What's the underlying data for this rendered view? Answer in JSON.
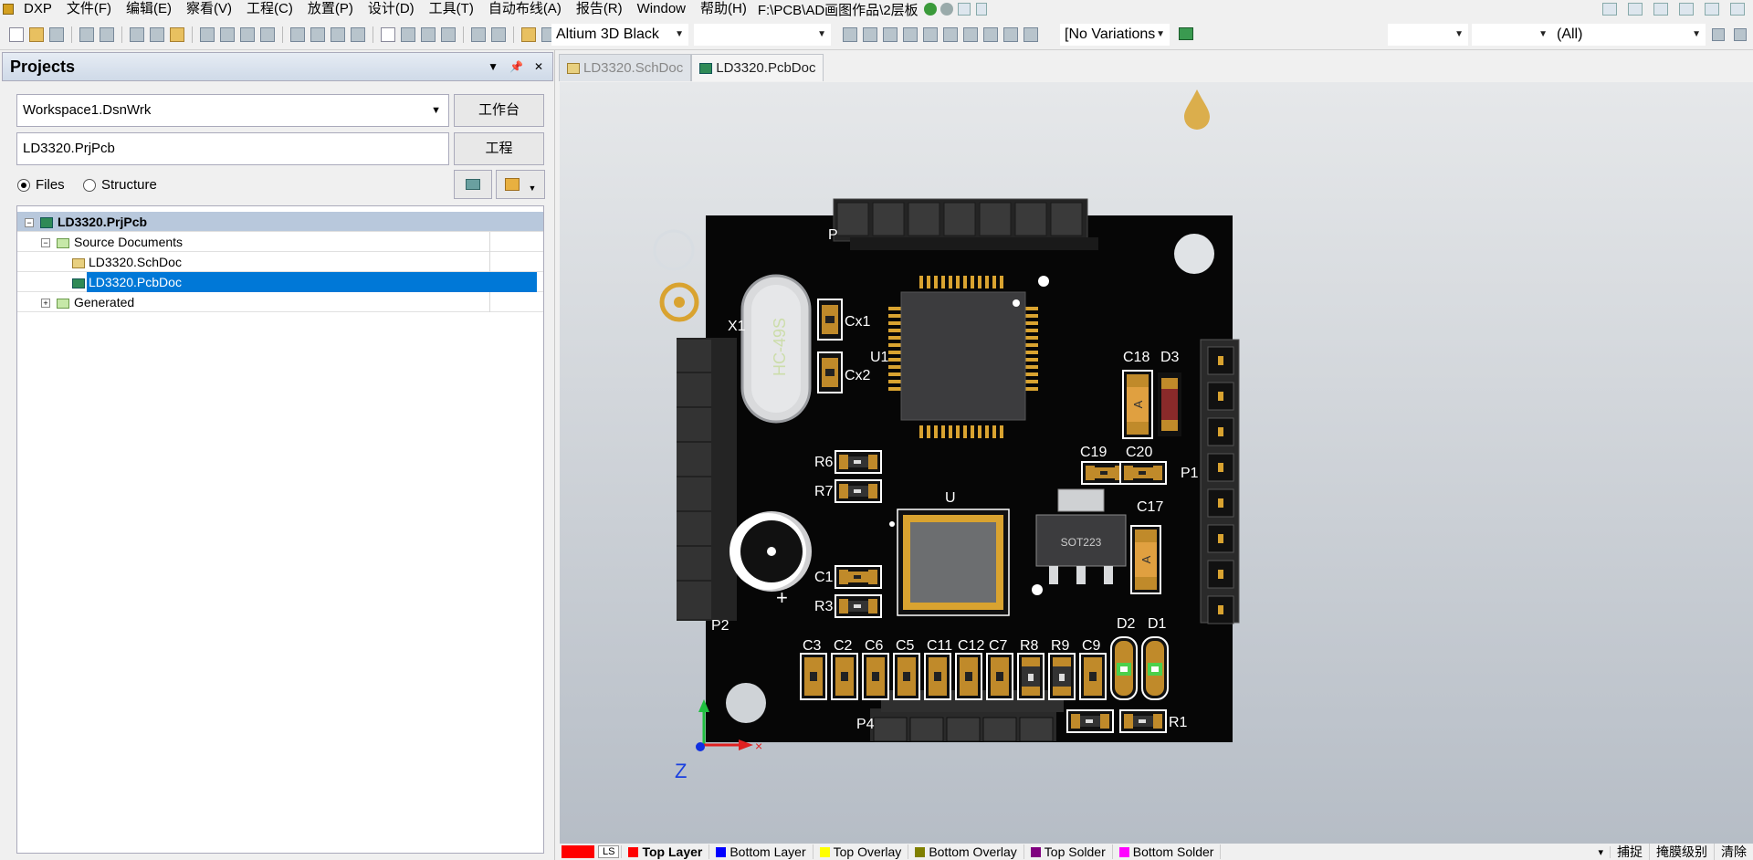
{
  "menubar": {
    "items": [
      "DXP",
      "文件(F)",
      "编辑(E)",
      "察看(V)",
      "工程(C)",
      "放置(P)",
      "设计(D)",
      "工具(T)",
      "自动布线(A)",
      "报告(R)",
      "Window",
      "帮助(H)"
    ],
    "path": "F:\\PCB\\AD画图作品\\2层板"
  },
  "toolbar": {
    "scheme": "Altium 3D Black",
    "blank_combo": "",
    "variations": "[No Variations",
    "right_combo1": "",
    "right_combo2": "",
    "filter": "(All)"
  },
  "projects_panel": {
    "title": "Projects",
    "workspace": "Workspace1.DsnWrk",
    "workspace_btn": "工作台",
    "project": "LD3320.PrjPcb",
    "project_btn": "工程",
    "view_files": "Files",
    "view_structure": "Structure",
    "tree": {
      "root": "LD3320.PrjPcb",
      "source_folder": "Source Documents",
      "file1": "LD3320.SchDoc",
      "file2": "LD3320.PcbDoc",
      "generated": "Generated"
    }
  },
  "tabs": [
    {
      "label": "LD3320.SchDoc",
      "active": false
    },
    {
      "label": "LD3320.PcbDoc",
      "active": true
    }
  ],
  "pcb": {
    "designators": {
      "X1": "X1",
      "U1": "U1",
      "U": "U",
      "Cx1": "Cx1",
      "Cx2": "Cx2",
      "R6": "R6",
      "R7": "R7",
      "C1": "C1",
      "R3": "R3",
      "C18": "C18",
      "D3": "D3",
      "C19": "C19",
      "C20": "C20",
      "C17": "C17",
      "P1": "P1",
      "P2": "P2",
      "P4": "P4",
      "D2": "D2",
      "D1": "D1",
      "R1": "R1",
      "C3": "C3",
      "C2": "C2",
      "C6": "C6",
      "C5": "C5",
      "C11": "C11",
      "C12": "C12",
      "C7": "C7",
      "R8": "R8",
      "R9": "R9",
      "C9": "C9",
      "P": "P"
    },
    "crystal_label": "HC-49S",
    "sot_label": "SOT223",
    "tant_mark": "A",
    "buzzer_plus": "+",
    "axis_z": "Z"
  },
  "layers": [
    {
      "name": "LS",
      "color": "#ff0000"
    },
    {
      "name": "Top Layer",
      "color": "#ff0000",
      "active": true
    },
    {
      "name": "Bottom Layer",
      "color": "#0000ff"
    },
    {
      "name": "Top Overlay",
      "color": "#ffff00"
    },
    {
      "name": "Bottom Overlay",
      "color": "#808000"
    },
    {
      "name": "Top Solder",
      "color": "#800080"
    },
    {
      "name": "Bottom Solder",
      "color": "#ff00ff"
    }
  ],
  "status_right": {
    "snap": "捕捉",
    "mask": "掩膜级别",
    "clear": "清除"
  }
}
